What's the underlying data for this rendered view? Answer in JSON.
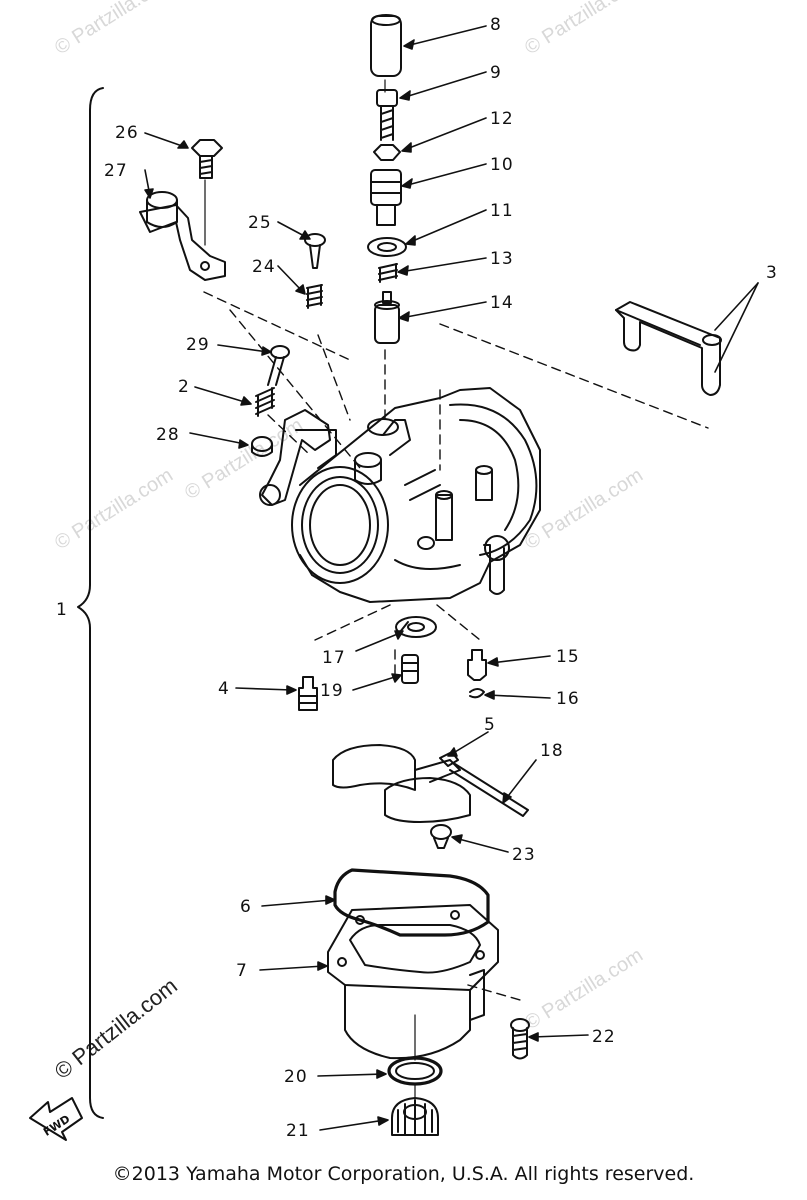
{
  "part_labels": {
    "p1": "1",
    "p2": "2",
    "p3": "3",
    "p4": "4",
    "p5": "5",
    "p6": "6",
    "p7": "7",
    "p8": "8",
    "p9": "9",
    "p10": "10",
    "p11": "11",
    "p12": "12",
    "p13": "13",
    "p14": "14",
    "p15": "15",
    "p16": "16",
    "p17": "17",
    "p18": "18",
    "p19": "19",
    "p20": "20",
    "p21": "21",
    "p22": "22",
    "p23": "23",
    "p24": "24",
    "p25": "25",
    "p26": "26",
    "p27": "27",
    "p28": "28",
    "p29": "29"
  },
  "watermark": "© Partzilla.com",
  "fwd_badge": "FWD",
  "copyright": "©2013 Yamaha Motor Corporation, U.S.A. All rights reserved.",
  "colors": {
    "ink": "#111111",
    "watermark": "#d8d8d8",
    "background": "#ffffff"
  }
}
